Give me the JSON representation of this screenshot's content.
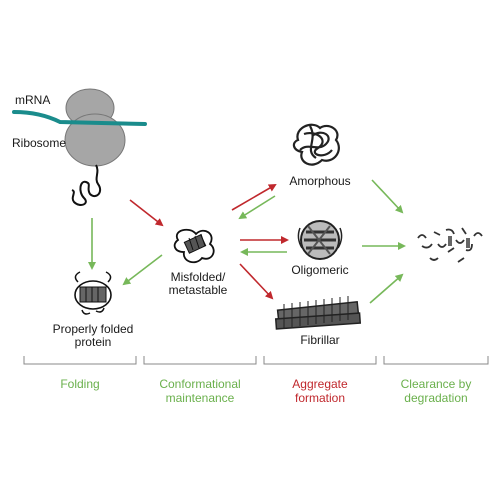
{
  "labels": {
    "mrna": "mRNA",
    "ribosome": "Ribosome",
    "properly_folded_line1": "Properly folded",
    "properly_folded_line2": "protein",
    "misfolded_line1": "Misfolded/",
    "misfolded_line2": "metastable",
    "amorphous": "Amorphous",
    "oligomeric": "Oligomeric",
    "fibrillar": "Fibrillar"
  },
  "stages": [
    {
      "line1": "Folding",
      "line2": "",
      "color": "#6ab04c"
    },
    {
      "line1": "Conformational",
      "line2": "maintenance",
      "color": "#6ab04c"
    },
    {
      "line1": "Aggregate",
      "line2": "formation",
      "color": "#c0282d"
    },
    {
      "line1": "Clearance by",
      "line2": "degradation",
      "color": "#6ab04c"
    }
  ],
  "colors": {
    "green_arrow": "#77b85a",
    "red_arrow": "#c0282d",
    "mrna": "#1a8c8c",
    "ribosome": "#a6a6a6"
  }
}
